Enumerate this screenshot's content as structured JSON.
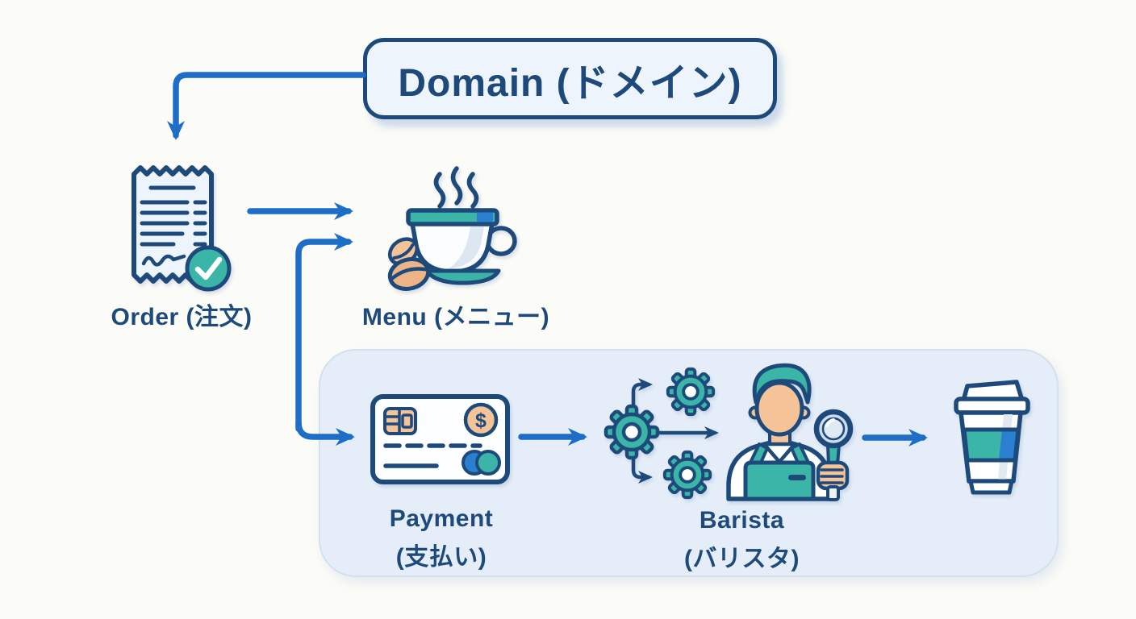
{
  "title": {
    "label": "Domain (ドメイン)"
  },
  "nodes": {
    "order": {
      "label": "Order (注文)",
      "icon": "receipt-check-icon"
    },
    "menu": {
      "label": "Menu (メニュー)",
      "icon": "coffee-cup-saucer-icon"
    },
    "payment": {
      "label_en": "Payment",
      "label_ja": "(支払い)",
      "icon": "credit-card-icon",
      "currency": "$"
    },
    "process": {
      "icon": "gears-flow-icon"
    },
    "barista": {
      "label_en": "Barista",
      "label_ja": "(バリスタ)",
      "icon": "barista-magnifier-icon"
    },
    "result": {
      "icon": "togo-coffee-cup-icon"
    }
  },
  "edges": [
    {
      "from": "domain",
      "to": "order"
    },
    {
      "from": "order",
      "to": "menu"
    },
    {
      "from": "order",
      "to": "menu",
      "via": "branch"
    },
    {
      "from": "order",
      "to": "payment",
      "via": "branch"
    },
    {
      "from": "payment",
      "to": "process"
    },
    {
      "from": "process",
      "to": "barista"
    },
    {
      "from": "barista",
      "to": "result"
    }
  ],
  "colors": {
    "navy": "#1d4a7a",
    "blue": "#1e6ec8",
    "teal": "#3ab5a8",
    "peach": "#f4c498",
    "peach-deep": "#edb487",
    "cblue": "#2b7fd0",
    "lens": "#cddded",
    "light": "#edf4fb",
    "panel": "#e5eef8",
    "panel-border": "#d2e0ef",
    "bg": "#fbfbf7"
  }
}
